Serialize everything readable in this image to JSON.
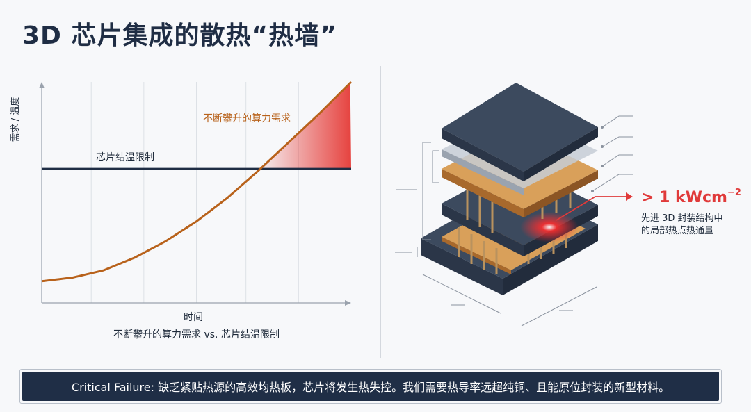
{
  "title": "3D 芯片集成的散热“热墙”",
  "chart_data": {
    "type": "line",
    "xlabel": "时间",
    "ylabel": "需求 / 温度",
    "caption": "不断攀升的算力需求 vs. 芯片结温限制",
    "series": [
      {
        "name": "不断攀升的算力需求",
        "color": "#b8621b",
        "x": [
          0,
          0.1,
          0.2,
          0.3,
          0.4,
          0.5,
          0.6,
          0.7,
          0.8,
          0.9,
          1.0
        ],
        "y": [
          0.12,
          0.14,
          0.18,
          0.25,
          0.34,
          0.45,
          0.58,
          0.73,
          0.89,
          1.05,
          1.22
        ]
      },
      {
        "name": "芯片结温限制",
        "color": "#1f2d44",
        "x": [
          0,
          1.0
        ],
        "y": [
          0.74,
          0.74
        ]
      }
    ],
    "xlim": [
      0,
      1
    ],
    "ylim": [
      0,
      1.22
    ],
    "grid": true,
    "fill_between": {
      "color": "#e53935"
    }
  },
  "diagram": {
    "value": "> 1 kWcm",
    "value_sup": "−2",
    "desc_line1": "先进 3D 封装结构中",
    "desc_line2": "的局部热点热通量",
    "colors": {
      "layer_dark": "#3c4a5e",
      "layer_copper": "#c98a45",
      "hotspot": "#ff2d2d"
    }
  },
  "footer": {
    "text": "Critical Failure: 缺乏紧贴热源的高效均热板，芯片将发生热失控。我们需要热导率远超纯铜、且能原位封装的新型材料。"
  }
}
